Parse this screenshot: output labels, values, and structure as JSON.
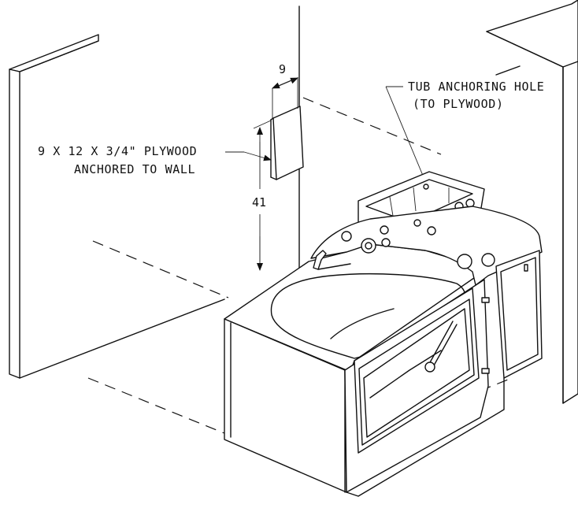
{
  "callouts": {
    "anchor_hole_line1": "TUB ANCHORING HOLE",
    "anchor_hole_line2": "(TO PLYWOOD)",
    "plywood_line1": "9 X 12 X 3/4\" PLYWOOD",
    "plywood_line2": "ANCHORED TO WALL"
  },
  "dimensions": {
    "plywood_width": "9",
    "plywood_height_from_floor": "41"
  }
}
